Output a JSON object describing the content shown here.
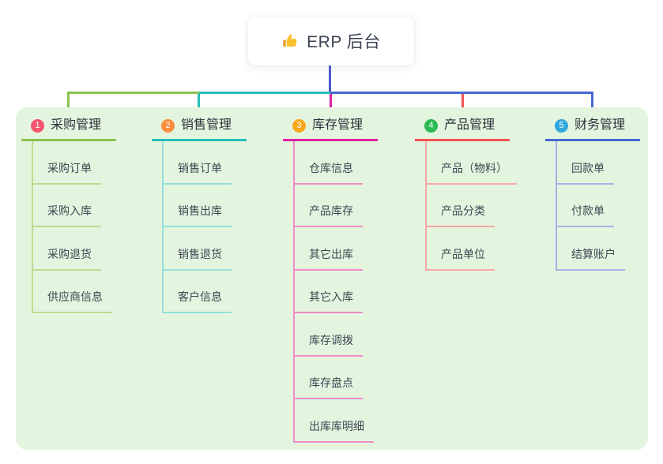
{
  "root": {
    "title": "ERP 后台",
    "icon": "thumbs-up"
  },
  "canvas": {
    "background": "#ffffff",
    "panel_background": "#e4f5df"
  },
  "connectors": {
    "root_color": "#4c5ad0"
  },
  "branches": [
    {
      "index": "1",
      "label": "采购管理",
      "badge_color": "#f4576d",
      "line_color": "#8cc152",
      "child_line_color": "#badc91",
      "children": [
        "采购订单",
        "采购入库",
        "采购退货",
        "供应商信息"
      ]
    },
    {
      "index": "2",
      "label": "销售管理",
      "badge_color": "#fd8e3e",
      "line_color": "#26beb9",
      "child_line_color": "#93dfdb",
      "children": [
        "销售订单",
        "销售出库",
        "销售退货",
        "客户信息"
      ]
    },
    {
      "index": "3",
      "label": "库存管理",
      "badge_color": "#f8a71b",
      "line_color": "#df22a2",
      "child_line_color": "#f08cc6",
      "children": [
        "仓库信息",
        "产品库存",
        "其它出库",
        "其它入库",
        "库存调拨",
        "库存盘点",
        "出库库明细"
      ]
    },
    {
      "index": "4",
      "label": "产品管理",
      "badge_color": "#2bb953",
      "line_color": "#f25353",
      "child_line_color": "#f7a6a6",
      "children": [
        "产品（物料）",
        "产品分类",
        "产品单位"
      ]
    },
    {
      "index": "5",
      "label": "财务管理",
      "badge_color": "#32a7de",
      "line_color": "#4667d2",
      "child_line_color": "#a3b4e8",
      "children": [
        "回款单",
        "付款单",
        "结算账户"
      ]
    }
  ]
}
